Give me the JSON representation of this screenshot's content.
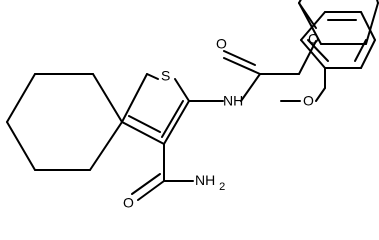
{
  "molecule": {
    "atoms": {
      "sulfur": "S",
      "amide_nitrogen": "NH",
      "carbonyl_oxygen_top": "O",
      "ether_oxygen_top": "O",
      "methoxy_oxygen": "O",
      "amide_oxygen_bottom": "O",
      "amide_group": "NH",
      "amide_subscript": "2"
    }
  }
}
